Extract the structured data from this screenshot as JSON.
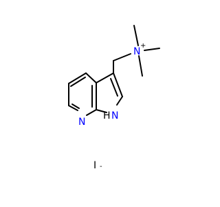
{
  "molecule": {
    "colors": {
      "bond": "#000000",
      "nitrogen": "#0000ff",
      "iodide": "#000000"
    },
    "atoms": {
      "n_quaternary": {
        "label": "N",
        "charge": "+"
      },
      "n_pyridine": {
        "label": "N"
      },
      "n_pyrrole": {
        "label": "N",
        "h": "H"
      },
      "iodide": {
        "label": "I",
        "charge": "-"
      }
    }
  }
}
